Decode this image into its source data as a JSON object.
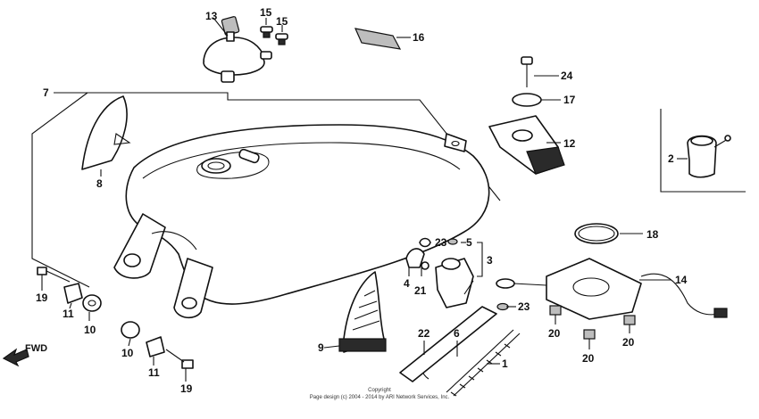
{
  "callouts": {
    "c1": "1",
    "c2": "2",
    "c3": "3",
    "c4": "4",
    "c5": "5",
    "c6": "6",
    "c7": "7",
    "c8": "8",
    "c9": "9",
    "c10a": "10",
    "c10b": "10",
    "c11a": "11",
    "c11b": "11",
    "c12": "12",
    "c13": "13",
    "c14": "14",
    "c15a": "15",
    "c15b": "15",
    "c16": "16",
    "c17": "17",
    "c18": "18",
    "c19a": "19",
    "c19b": "19",
    "c20a": "20",
    "c20b": "20",
    "c20c": "20",
    "c21": "21",
    "c22": "22",
    "c23a": "23",
    "c23b": "23",
    "c24": "24"
  },
  "direction_label": "FWD",
  "copyright": {
    "line1": "Copyright",
    "line2": "Page design (c) 2004 - 2014 by ARI Network Services, Inc."
  }
}
